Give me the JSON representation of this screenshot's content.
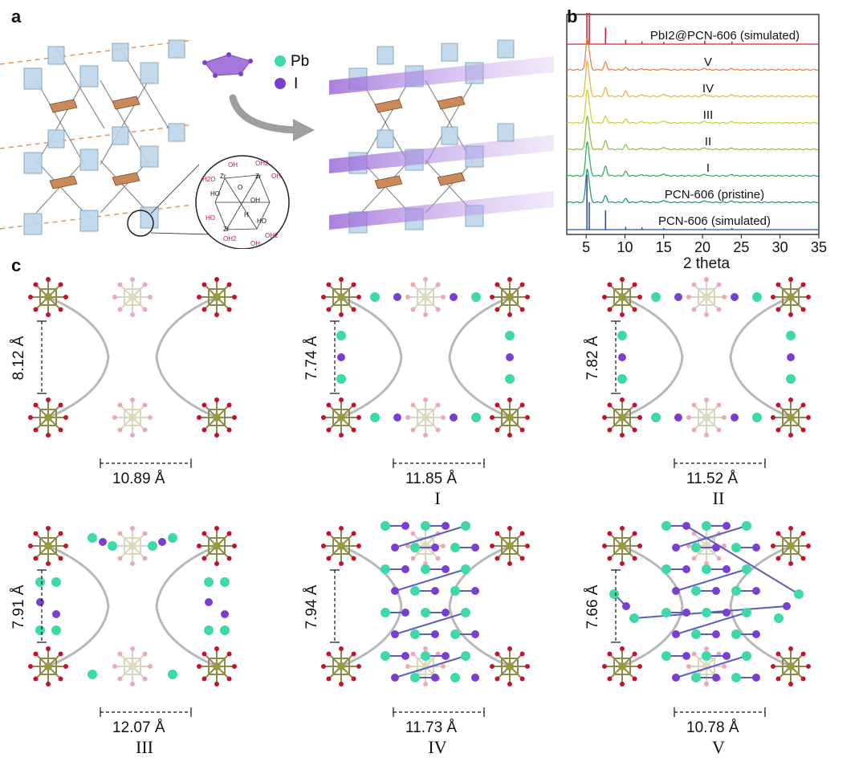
{
  "panels": {
    "a": {
      "letter": "a",
      "legend": [
        {
          "symbol": "Pb",
          "color": "#3fd9a6"
        },
        {
          "symbol": "I",
          "color": "#7a3fd0"
        }
      ],
      "cluster_labels": [
        "OH",
        "OH2",
        "H2O",
        "Zr",
        "OH",
        "HO",
        "O",
        "Zr",
        "OH",
        "H",
        "Zr",
        "HO",
        "OH2",
        "OH2",
        "OH",
        "HO"
      ]
    },
    "b": {
      "letter": "b",
      "xlabel": "2 theta"
    },
    "c": {
      "letter": "c",
      "structures": [
        {
          "label": "",
          "vdist": "8.12 Å",
          "hdist": "10.89 Å"
        },
        {
          "label": "I",
          "vdist": "7.74 Å",
          "hdist": "11.85 Å"
        },
        {
          "label": "II",
          "vdist": "7.82 Å",
          "hdist": "11.52 Å"
        },
        {
          "label": "III",
          "vdist": "7.91 Å",
          "hdist": "12.07 Å"
        },
        {
          "label": "IV",
          "vdist": "7.94 Å",
          "hdist": "11.73 Å"
        },
        {
          "label": "V",
          "vdist": "7.66 Å",
          "hdist": "10.78 Å"
        }
      ]
    }
  },
  "colors": {
    "pb": "#3fd9a6",
    "iodine": "#7a3fd0",
    "oxygen": "#c8102e",
    "zr": "#9a9a3c",
    "linker": "#b8b8b8",
    "mof_cube": "#bcd6ea",
    "pyrene": "#c9895a",
    "pbi2_sheet": "#b48ae0"
  },
  "chart_data": {
    "type": "line",
    "xlabel": "2 theta",
    "ylabel": "",
    "xlim": [
      2.5,
      35
    ],
    "xticks": [
      5,
      10,
      15,
      20,
      25,
      30,
      35
    ],
    "peak_positions_2theta": [
      5.1,
      5.4,
      7.5,
      10.1,
      12.2,
      15.0,
      20.3,
      23.8
    ],
    "series": [
      {
        "name": "PbI2@PCN-606 (simulated)",
        "color": "#d2243c",
        "style": "stick",
        "offset": 7,
        "peak_heights": [
          1.0,
          0.6,
          0.3,
          0.08,
          0.05,
          0.04,
          0.06,
          0.05
        ]
      },
      {
        "name": "V",
        "color": "#e9804a",
        "style": "line",
        "offset": 6,
        "peak_heights": [
          0.65,
          0.3,
          0.18,
          0.05,
          0.03,
          0.03,
          0.04,
          0.03
        ]
      },
      {
        "name": "IV",
        "color": "#f0b24e",
        "style": "line",
        "offset": 5,
        "peak_heights": [
          0.75,
          0.3,
          0.2,
          0.12,
          0.04,
          0.06,
          0.05,
          0.04
        ]
      },
      {
        "name": "III",
        "color": "#cad439",
        "style": "line",
        "offset": 4,
        "peak_heights": [
          0.7,
          0.3,
          0.15,
          0.08,
          0.03,
          0.05,
          0.04,
          0.03
        ]
      },
      {
        "name": "II",
        "color": "#8bc34a",
        "style": "line",
        "offset": 3,
        "peak_heights": [
          0.7,
          0.3,
          0.2,
          0.1,
          0.03,
          0.05,
          0.04,
          0.03
        ]
      },
      {
        "name": "I",
        "color": "#3dae5a",
        "style": "line",
        "offset": 2,
        "peak_heights": [
          0.72,
          0.3,
          0.22,
          0.1,
          0.03,
          0.05,
          0.04,
          0.03
        ]
      },
      {
        "name": "PCN-606 (pristine)",
        "color": "#1e9b7b",
        "style": "line",
        "offset": 1,
        "peak_heights": [
          0.7,
          0.3,
          0.15,
          0.08,
          0.03,
          0.05,
          0.04,
          0.03
        ]
      },
      {
        "name": "PCN-606 (simulated)",
        "color": "#3350a8",
        "style": "stick",
        "offset": 0,
        "peak_heights": [
          1.0,
          0.5,
          0.35,
          0.05,
          0.04,
          0.03,
          0.03,
          0.03
        ]
      }
    ]
  }
}
